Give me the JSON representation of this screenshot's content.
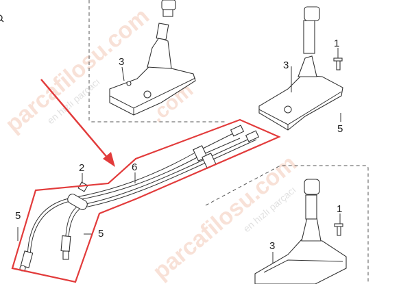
{
  "diagram": {
    "title": "Gear shift lever and cable assembly",
    "callouts": {
      "top_left_assembly_3": "3",
      "top_right_assembly_1": "1",
      "top_right_assembly_3": "3",
      "top_right_assembly_5": "5",
      "cable_2": "2",
      "cable_6": "6",
      "cable_left_5": "5",
      "cable_right_5": "5",
      "bottom_assembly_1": "1",
      "bottom_assembly_3": "3"
    },
    "watermark": {
      "brand": "parcafilosu.com",
      "tagline": "en hızlı parçacı"
    },
    "colors": {
      "highlight": "#e23b3b",
      "line": "#333333",
      "watermark": "#f4c9b8"
    }
  }
}
